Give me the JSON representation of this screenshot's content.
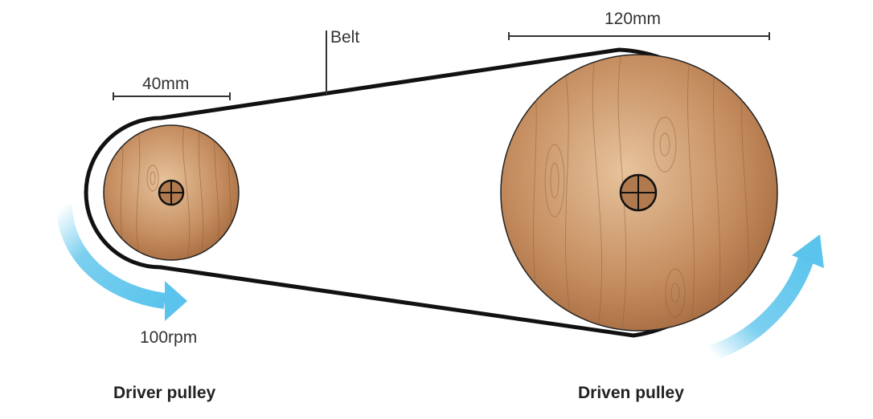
{
  "labels": {
    "belt": "Belt",
    "driver_diameter": "40mm",
    "driven_diameter": "120mm",
    "driver_speed": "100rpm",
    "driver_name": "Driver pulley",
    "driven_name": "Driven pulley"
  },
  "colors": {
    "wood_light": "#e7c39c",
    "wood_dark": "#a96f44",
    "grain": "#8b5a35",
    "belt": "#111111",
    "arrow": "#5bc4ec",
    "dimension_line": "#333333"
  },
  "icons": {
    "axle": "crosshair-axle-icon",
    "rotation": "curved-arrow-icon"
  }
}
